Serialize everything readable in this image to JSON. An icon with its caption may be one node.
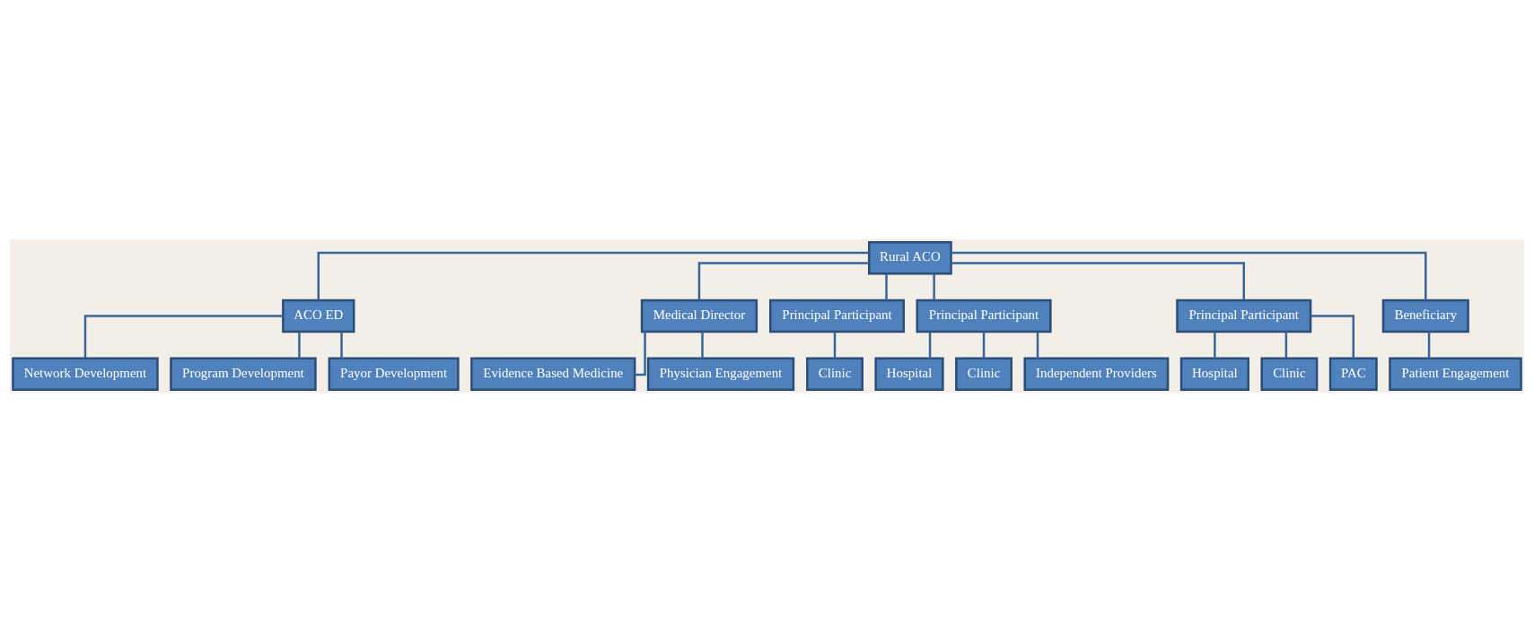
{
  "diagram": {
    "nodes": [
      {
        "text": [
          "Rural ACO"
        ]
      },
      {
        "text": [
          "ACO ED"
        ]
      },
      {
        "text": [
          "Medical Director"
        ]
      },
      {
        "text": [
          "Principal Participant"
        ]
      },
      {
        "text": [
          "Principal Participant"
        ]
      },
      {
        "text": [
          "Principal Participant"
        ]
      },
      {
        "text": [
          "Beneficiary"
        ]
      },
      {
        "text": [
          "Network Development"
        ]
      },
      {
        "text": [
          "Evidence Based Medicine"
        ]
      },
      {
        "text": [
          "Clinic"
        ]
      },
      {
        "text": [
          "Hospital"
        ]
      },
      {
        "text": [
          "Hospital"
        ]
      },
      {
        "text": [
          "Patient Engagement"
        ]
      },
      {
        "text": [
          "Program Development"
        ]
      },
      {
        "text": [
          "Physician Engagement"
        ]
      },
      {
        "text": [
          "Clinic"
        ]
      },
      {
        "text": [
          "Clinic"
        ]
      },
      {
        "text": [
          "Payor Development"
        ]
      },
      {
        "text": [
          "Independent Providers"
        ]
      },
      {
        "text": [
          "PAC"
        ]
      }
    ],
    "edges": [
      {
        "from": 0,
        "to": 1,
        "arrow": "none"
      },
      {
        "from": 0,
        "to": 2,
        "arrow": "none"
      },
      {
        "from": 0,
        "to": 3,
        "arrow": "none"
      },
      {
        "from": 0,
        "to": 4,
        "arrow": "none"
      },
      {
        "from": 0,
        "to": 5,
        "arrow": "none"
      },
      {
        "from": 0,
        "to": 6,
        "arrow": "none"
      },
      {
        "from": 1,
        "to": 7,
        "arrow": "none"
      },
      {
        "from": 1,
        "to": 13,
        "arrow": "none"
      },
      {
        "from": 1,
        "to": 17,
        "arrow": "none"
      },
      {
        "from": 2,
        "to": 8,
        "arrow": "none"
      },
      {
        "from": 2,
        "to": 14,
        "arrow": "none"
      },
      {
        "from": 3,
        "to": 9,
        "arrow": "none"
      },
      {
        "from": 4,
        "to": 10,
        "arrow": "none"
      },
      {
        "from": 4,
        "to": 15,
        "arrow": "none"
      },
      {
        "from": 4,
        "to": 18,
        "arrow": "none"
      },
      {
        "from": 5,
        "to": 11,
        "arrow": "none"
      },
      {
        "from": 5,
        "to": 16,
        "arrow": "none"
      },
      {
        "from": 5,
        "to": 19,
        "arrow": "none"
      },
      {
        "from": 6,
        "to": 12,
        "arrow": "none"
      }
    ]
  }
}
